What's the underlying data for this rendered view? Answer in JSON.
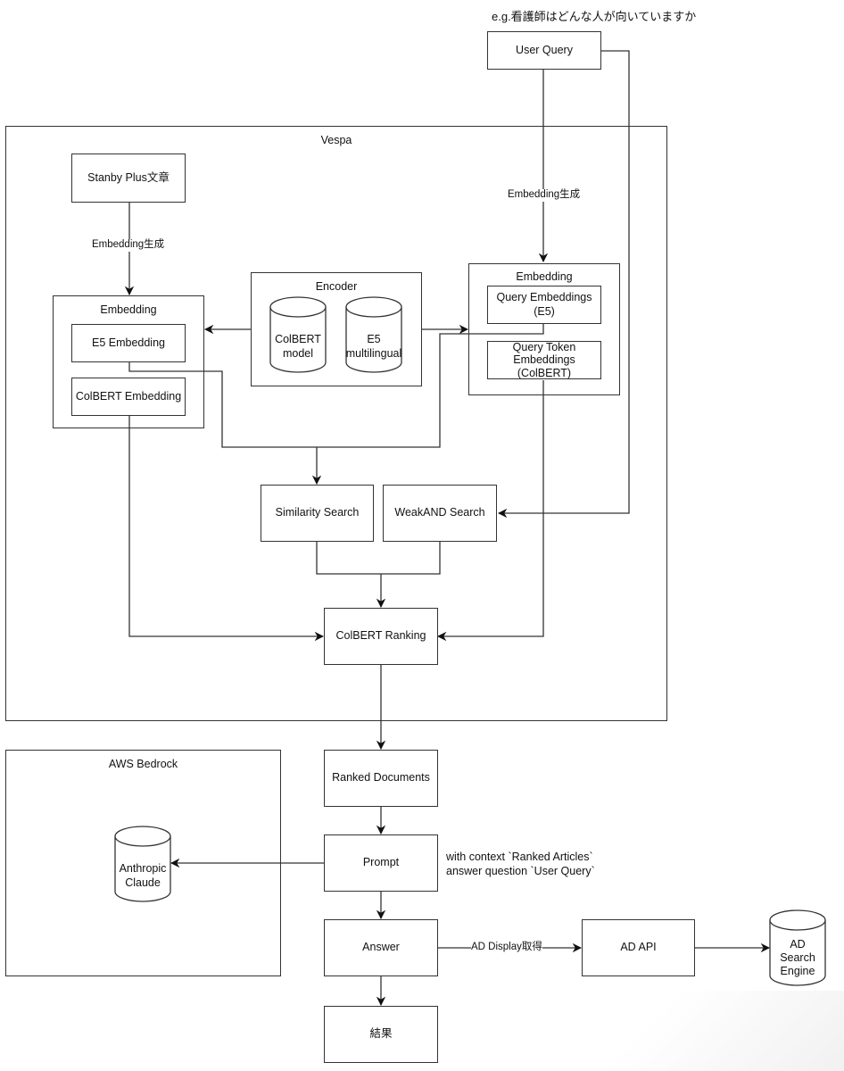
{
  "diagram": {
    "example_query": "e.g.看護師はどんな人が向いていますか",
    "user_query": "User Query",
    "vespa": {
      "title": "Vespa",
      "source_doc": "Stanby Plus文章",
      "edge_label_doc_embedding": "Embedding生成",
      "edge_label_query_embedding": "Embedding生成",
      "doc_embedding_group": {
        "title": "Embedding",
        "items": [
          "E5 Embedding",
          "ColBERT Embedding"
        ]
      },
      "encoder_group": {
        "title": "Encoder",
        "models": [
          {
            "line1": "ColBERT",
            "line2": "model"
          },
          {
            "line1": "E5",
            "line2": "multilingual"
          }
        ]
      },
      "query_embedding_group": {
        "title": "Embedding",
        "items": [
          {
            "line1": "Query Embeddings",
            "line2": "(E5)"
          },
          {
            "line1": "Query Token",
            "line2": "Embeddings",
            "line3": "(ColBERT)"
          }
        ]
      },
      "similarity_search": "Similarity Search",
      "weakand_search": "WeakAND Search",
      "colbert_ranking": "ColBERT Ranking"
    },
    "ranked_documents": "Ranked Documents",
    "bedrock": {
      "title": "AWS Bedrock",
      "model": {
        "line1": "Anthropic",
        "line2": "Claude"
      }
    },
    "prompt": "Prompt",
    "prompt_note": {
      "line1": "with context `Ranked Articles`",
      "line2": "answer question `User Query`"
    },
    "answer": "Answer",
    "edge_label_ad_display": "AD Display取得",
    "ad_api": "AD API",
    "ad_search_engine": {
      "line1": "AD",
      "line2": "Search",
      "line3": "Engine"
    },
    "result": "結果"
  }
}
